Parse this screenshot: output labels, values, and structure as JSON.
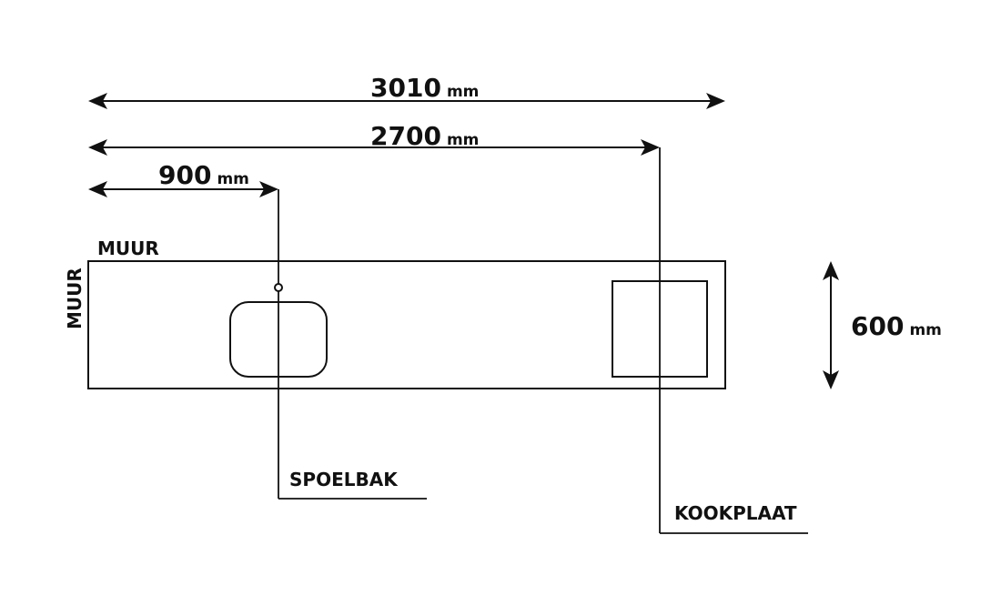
{
  "dimensions": {
    "total_length": {
      "value": "3010",
      "unit": "mm"
    },
    "cooktop_offset": {
      "value": "2700",
      "unit": "mm"
    },
    "sink_offset": {
      "value": "900",
      "unit": "mm"
    },
    "depth": {
      "value": "600",
      "unit": "mm"
    }
  },
  "labels": {
    "wall_top": "MUUR",
    "wall_left": "MUUR",
    "sink": "SPOELBAK",
    "cooktop": "KOOKPLAAT"
  },
  "colors": {
    "ink": "#111111",
    "background": "#ffffff"
  }
}
